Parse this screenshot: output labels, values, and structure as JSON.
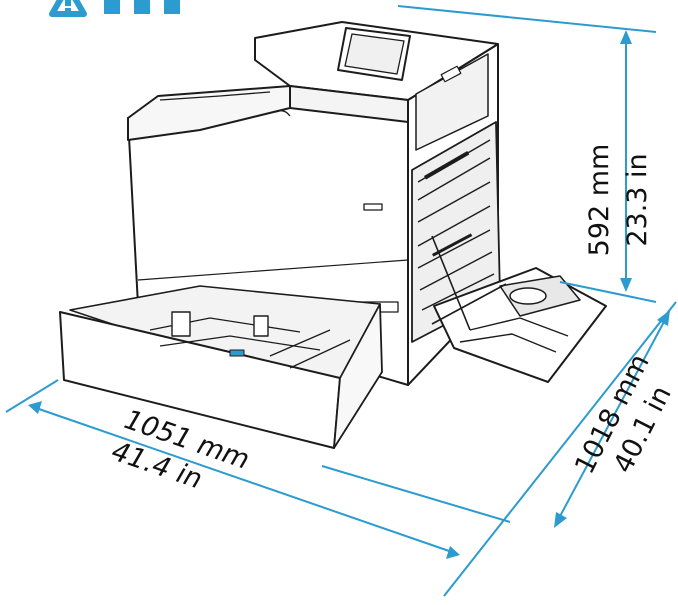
{
  "colors": {
    "accent": "#2b9bd0",
    "outline": "#1c1c1c",
    "body": "#ffffff"
  },
  "icons": {
    "warning": "warning-icon"
  },
  "dimensions": {
    "height_mm": "592 mm",
    "height_in": "23.3 in",
    "depth_mm": "1018 mm",
    "depth_in": "40.1 in",
    "width_mm": "1051 mm",
    "width_in": "41.4 in"
  }
}
